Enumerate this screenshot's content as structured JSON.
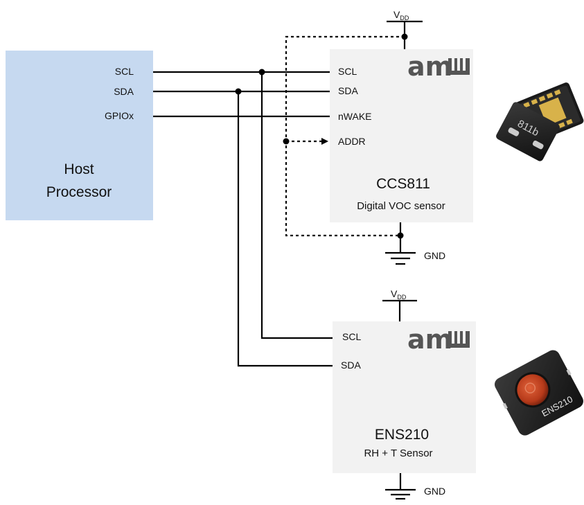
{
  "host": {
    "title_line1": "Host",
    "title_line2": "Processor",
    "pins": [
      "SCL",
      "SDA",
      "GPIOx"
    ]
  },
  "ccs811": {
    "logo": "am",
    "pins": [
      "SCL",
      "SDA",
      "nWAKE",
      "ADDR"
    ],
    "name": "CCS811",
    "description": "Digital VOC sensor"
  },
  "ens210": {
    "logo": "am",
    "pins": [
      "SCL",
      "SDA"
    ],
    "name": "ENS210",
    "description": "RH + T Sensor"
  },
  "power": {
    "vdd_main": "V",
    "vdd_sub": "DD",
    "gnd": "GND"
  },
  "chip_labels": {
    "ccs811_marking": "811b",
    "ens210_marking": "ENS210"
  },
  "colors": {
    "host_fill": "#c6d9f0",
    "sensor_fill": "#f2f2f2",
    "wire": "#000000",
    "logo": "#555555"
  }
}
